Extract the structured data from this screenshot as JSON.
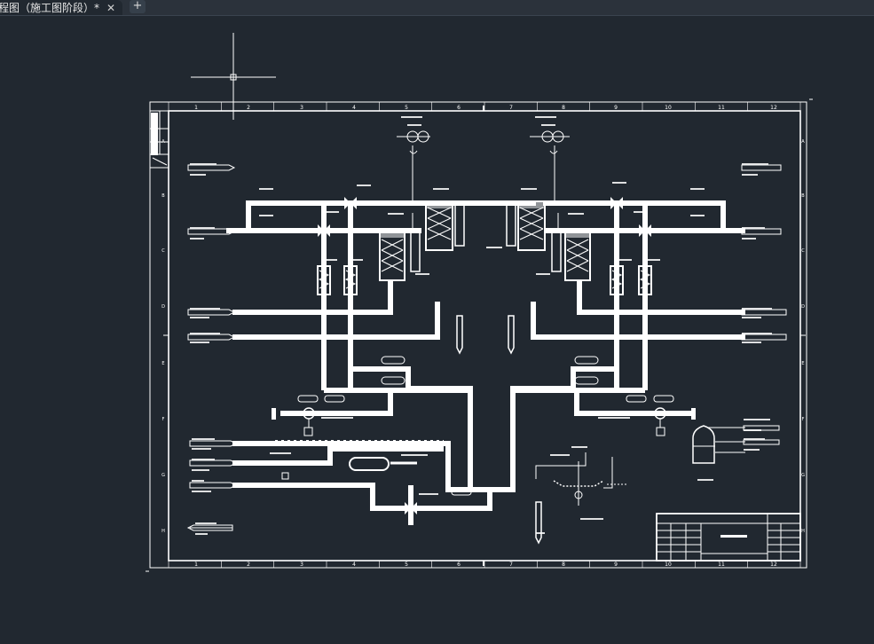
{
  "tab": {
    "title": "程图（施工图阶段）*",
    "close_glyph": "✕",
    "add_glyph": "+"
  },
  "drawing": {
    "col_numbers": [
      "1",
      "2",
      "3",
      "4",
      "5",
      "6",
      "7",
      "8",
      "9",
      "10",
      "11",
      "12"
    ],
    "row_letters": [
      "A",
      "B",
      "C",
      "D",
      "E",
      "F",
      "G",
      "H"
    ]
  },
  "icons": {
    "cursor": "crosshair-cursor-icon",
    "close": "close-icon",
    "add": "plus-icon"
  },
  "colors": {
    "background": "#212830",
    "lines": "#ffffff",
    "tabbar": "#2b323b"
  }
}
